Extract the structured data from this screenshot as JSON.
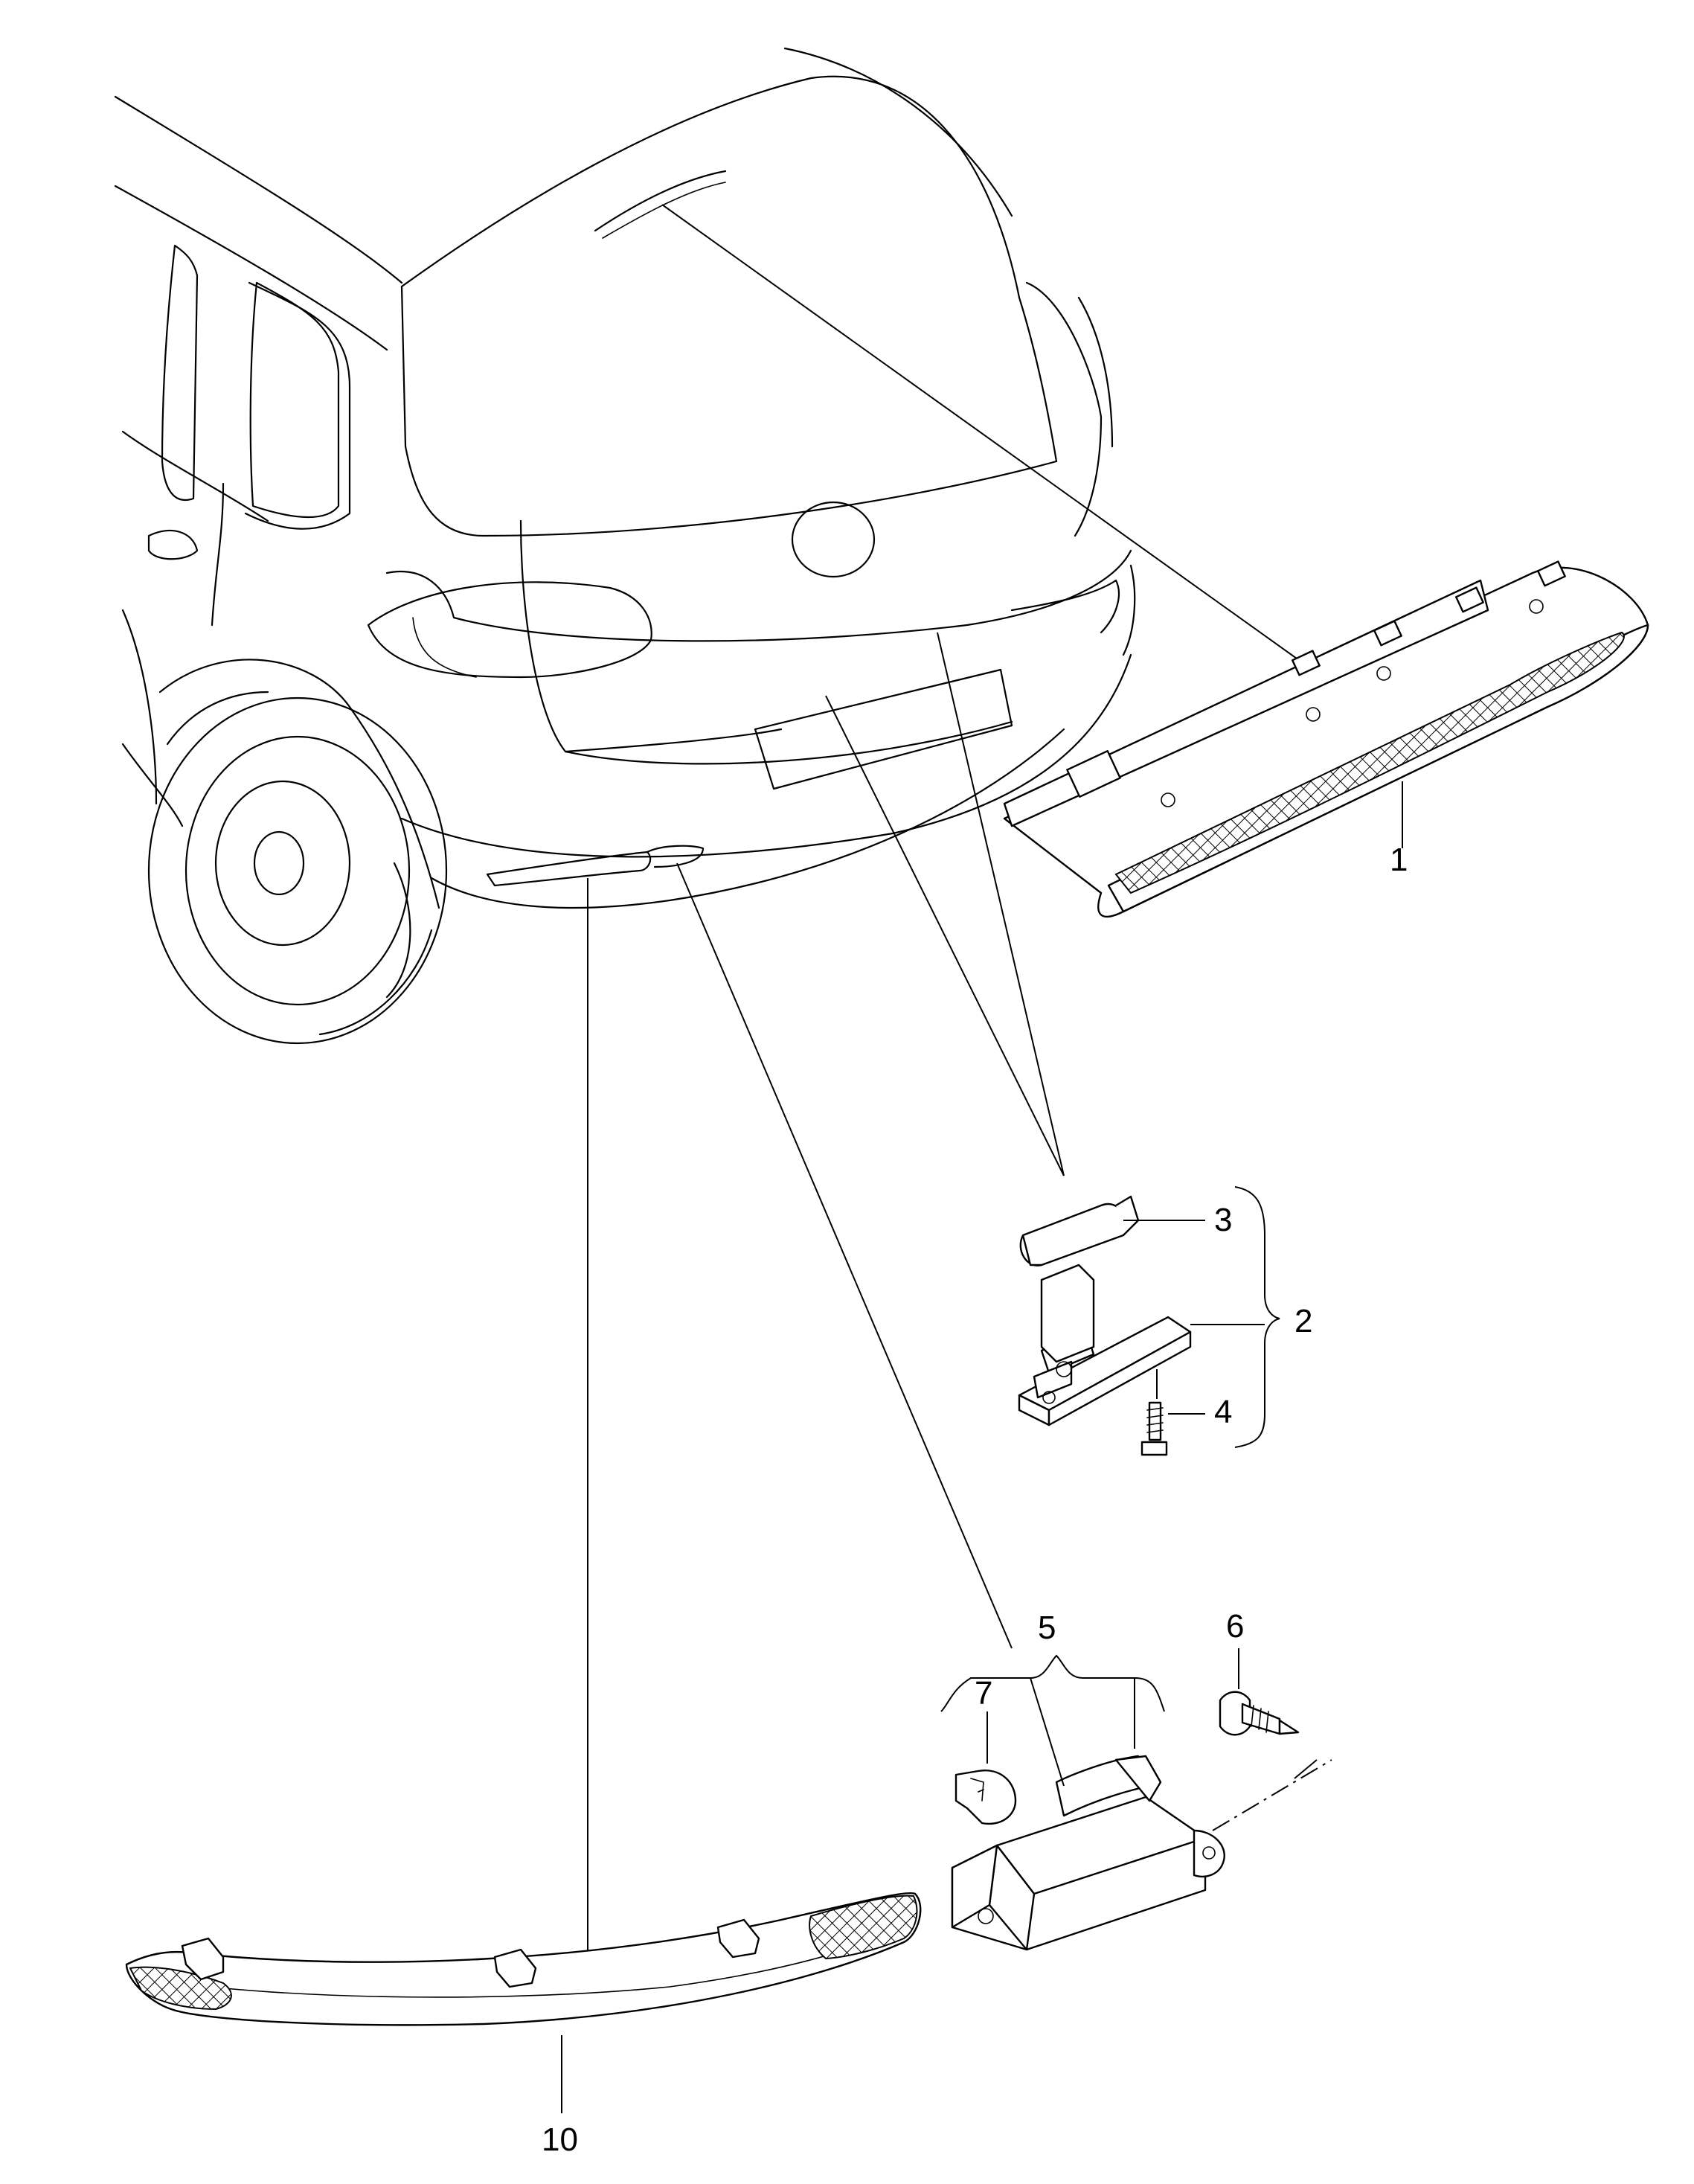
{
  "callouts": [
    {
      "id": "1",
      "label": "1"
    },
    {
      "id": "2",
      "label": "2"
    },
    {
      "id": "3",
      "label": "3"
    },
    {
      "id": "4",
      "label": "4"
    },
    {
      "id": "5",
      "label": "5"
    },
    {
      "id": "6",
      "label": "6"
    },
    {
      "id": "7",
      "label": "7"
    },
    {
      "id": "10",
      "label": "10"
    }
  ]
}
